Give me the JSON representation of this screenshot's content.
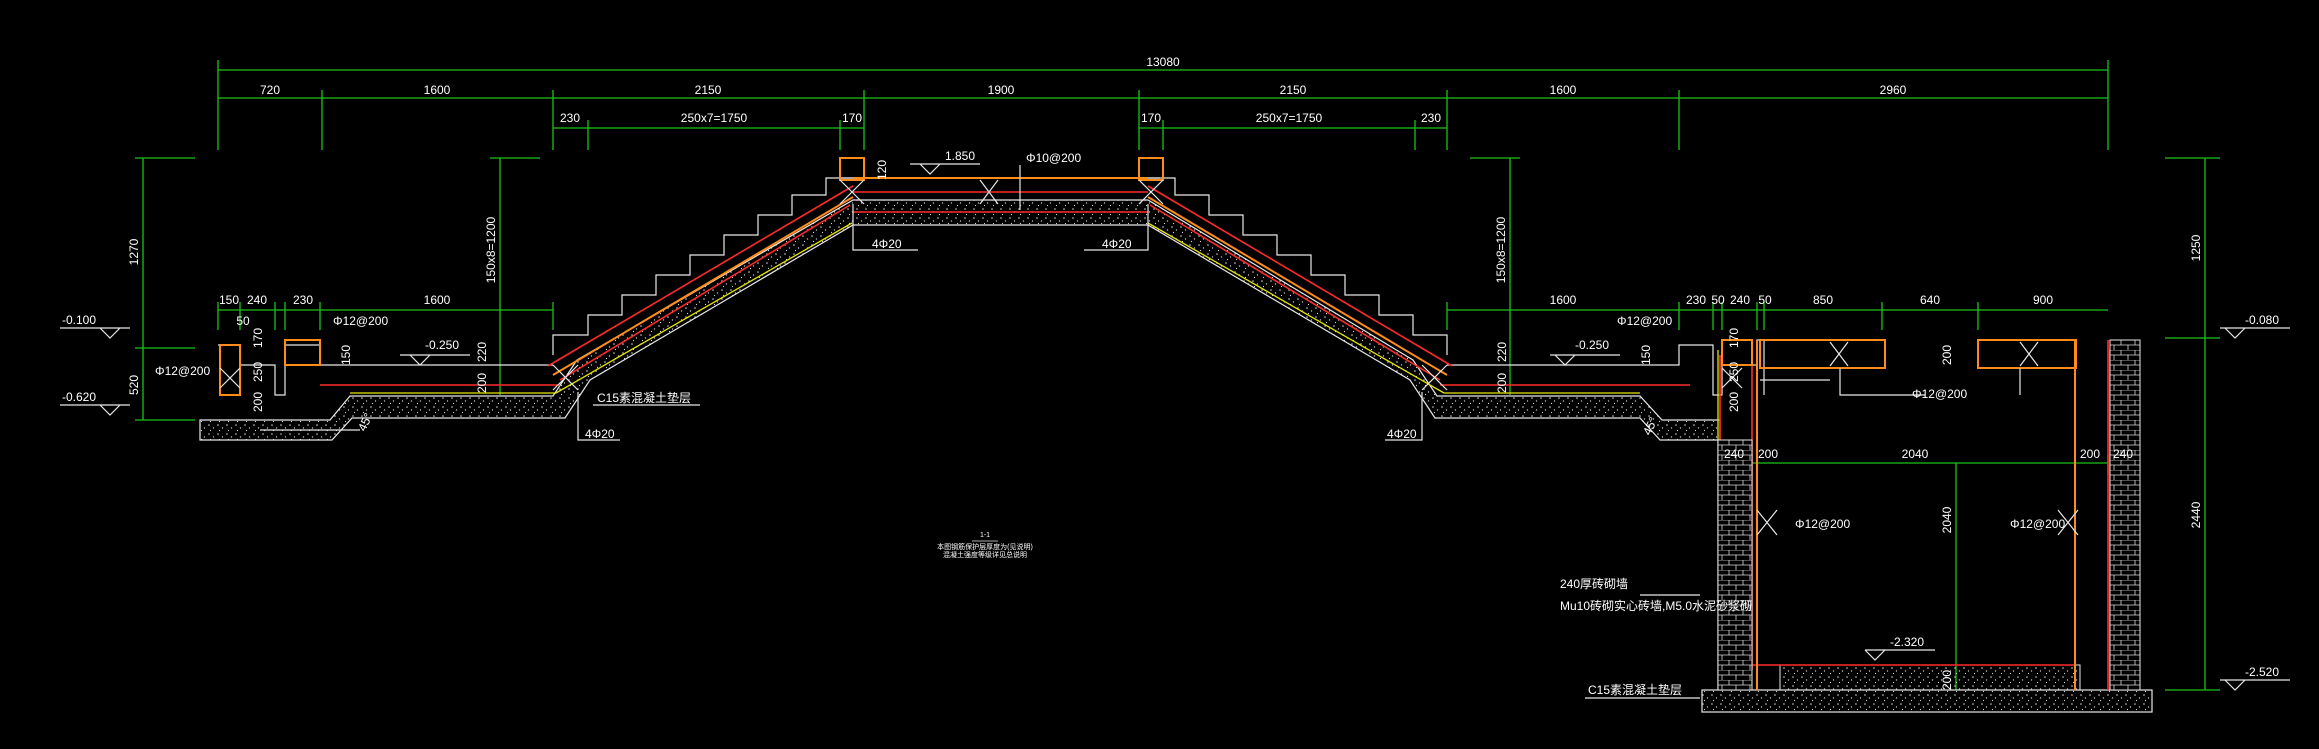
{
  "dims": {
    "total": "13080",
    "top": [
      "720",
      "1600",
      "2150",
      "1900",
      "2150",
      "1600",
      "2960"
    ],
    "stairL": [
      "230",
      "250x7=1750",
      "170"
    ],
    "stairR": [
      "170",
      "250x7=1750",
      "230"
    ],
    "left_row": [
      "150",
      "240",
      "50",
      "230",
      "1600"
    ],
    "right_row": [
      "1600",
      "230",
      "50",
      "240",
      "50",
      "850",
      "640",
      "900"
    ],
    "v_left_1270": "1270",
    "v_left_520": "520",
    "v_right_1250": "1250",
    "v_right_2440": "2440",
    "v_riser": "150x8=1200",
    "pit_width": "2040",
    "pit_height": "2040",
    "pit_left_240": "240",
    "pit_left_200": "200",
    "pit_right_200": "200",
    "pit_right_240": "240",
    "v_200": "200",
    "v_220": "220",
    "v_250": "250",
    "v_170": "170",
    "v_150": "150",
    "v_120": "120"
  },
  "levels": {
    "l1": "-0.100",
    "l2": "-0.620",
    "l3": "-0.250",
    "l4": "1.850",
    "l5": "-0.250",
    "l6": "-0.080",
    "l7": "-2.320",
    "l8": "-2.520"
  },
  "labels": {
    "rebar_top": "Φ10@200",
    "rebar_4phi20": "4Φ20",
    "rebar_12_200": "Φ12@200",
    "rebar_pit": "Φ12@200",
    "concrete_base": "C15素混凝土垫层",
    "wall_brick": "240厚砖砌墙",
    "wall_mortar": "Mu10砖砌实心砖墙,M5.0水泥砂浆砌",
    "angle": "45°",
    "section": "1-1",
    "note1": "本图钢筋保护层厚度为(见说明)",
    "note2": "混凝土强度等级详见总说明"
  }
}
